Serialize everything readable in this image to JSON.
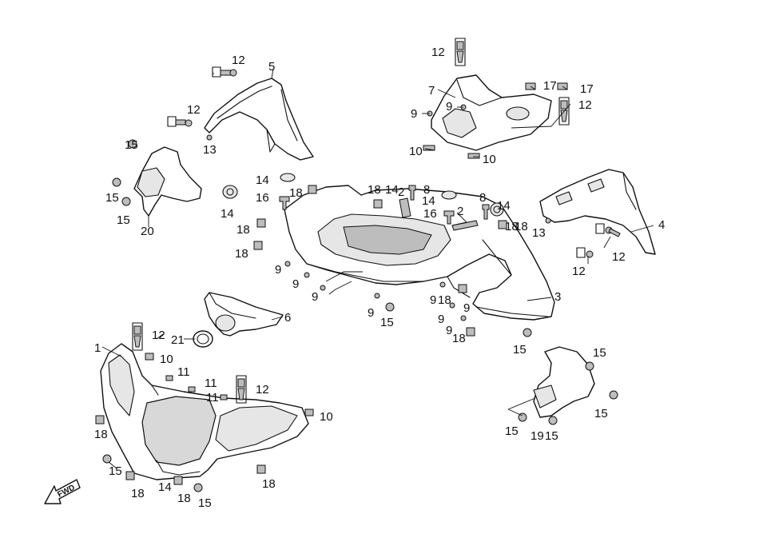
{
  "diagram": {
    "direction_badge": "FWD",
    "callouts": [
      {
        "id": "c1",
        "label": "1"
      },
      {
        "id": "c2a",
        "label": "2"
      },
      {
        "id": "c2b",
        "label": "2"
      },
      {
        "id": "c3",
        "label": "3"
      },
      {
        "id": "c4",
        "label": "4"
      },
      {
        "id": "c5",
        "label": "5"
      },
      {
        "id": "c6",
        "label": "6"
      },
      {
        "id": "c7",
        "label": "7"
      },
      {
        "id": "c8a",
        "label": "8"
      },
      {
        "id": "c8b",
        "label": "8"
      },
      {
        "id": "c9a",
        "label": "9"
      },
      {
        "id": "c9b",
        "label": "9"
      },
      {
        "id": "c9c",
        "label": "9"
      },
      {
        "id": "c9d",
        "label": "9"
      },
      {
        "id": "c9e",
        "label": "9"
      },
      {
        "id": "c9f",
        "label": "9"
      },
      {
        "id": "c9g",
        "label": "9"
      },
      {
        "id": "c9h",
        "label": "9"
      },
      {
        "id": "c9i",
        "label": "9"
      },
      {
        "id": "c9j",
        "label": "9"
      },
      {
        "id": "c10a",
        "label": "10"
      },
      {
        "id": "c10b",
        "label": "10"
      },
      {
        "id": "c10c",
        "label": "10"
      },
      {
        "id": "c10d",
        "label": "10"
      },
      {
        "id": "c11a",
        "label": "11"
      },
      {
        "id": "c11b",
        "label": "11"
      },
      {
        "id": "c11c",
        "label": "11"
      },
      {
        "id": "c12a",
        "label": "12"
      },
      {
        "id": "c12b",
        "label": "12"
      },
      {
        "id": "c12c",
        "label": "12"
      },
      {
        "id": "c12d",
        "label": "12"
      },
      {
        "id": "c12e",
        "label": "12"
      },
      {
        "id": "c12f",
        "label": "12"
      },
      {
        "id": "c12g",
        "label": "12"
      },
      {
        "id": "c12h",
        "label": "12"
      },
      {
        "id": "c13a",
        "label": "13"
      },
      {
        "id": "c13b",
        "label": "13"
      },
      {
        "id": "c14a",
        "label": "14"
      },
      {
        "id": "c14b",
        "label": "14"
      },
      {
        "id": "c14c",
        "label": "14"
      },
      {
        "id": "c14d",
        "label": "14"
      },
      {
        "id": "c14e",
        "label": "14"
      },
      {
        "id": "c14f",
        "label": "14"
      },
      {
        "id": "c15a",
        "label": "15"
      },
      {
        "id": "c15b",
        "label": "15"
      },
      {
        "id": "c15c",
        "label": "15"
      },
      {
        "id": "c15d",
        "label": "15"
      },
      {
        "id": "c15e",
        "label": "15"
      },
      {
        "id": "c15f",
        "label": "15"
      },
      {
        "id": "c15g",
        "label": "15"
      },
      {
        "id": "c15h",
        "label": "15"
      },
      {
        "id": "c15i",
        "label": "15"
      },
      {
        "id": "c15j",
        "label": "15"
      },
      {
        "id": "c15k",
        "label": "15"
      },
      {
        "id": "c16a",
        "label": "16"
      },
      {
        "id": "c16b",
        "label": "16"
      },
      {
        "id": "c17a",
        "label": "17"
      },
      {
        "id": "c17b",
        "label": "17"
      },
      {
        "id": "c18a",
        "label": "18"
      },
      {
        "id": "c18b",
        "label": "18"
      },
      {
        "id": "c18c",
        "label": "18"
      },
      {
        "id": "c18d",
        "label": "18"
      },
      {
        "id": "c18e",
        "label": "18"
      },
      {
        "id": "c18f",
        "label": "18"
      },
      {
        "id": "c18g",
        "label": "18"
      },
      {
        "id": "c18h",
        "label": "18"
      },
      {
        "id": "c18i",
        "label": "18"
      },
      {
        "id": "c18j",
        "label": "18"
      },
      {
        "id": "c18k",
        "label": "18"
      },
      {
        "id": "c18l",
        "label": "18"
      },
      {
        "id": "c19",
        "label": "19"
      },
      {
        "id": "c20",
        "label": "20"
      },
      {
        "id": "c21",
        "label": "21"
      }
    ]
  }
}
